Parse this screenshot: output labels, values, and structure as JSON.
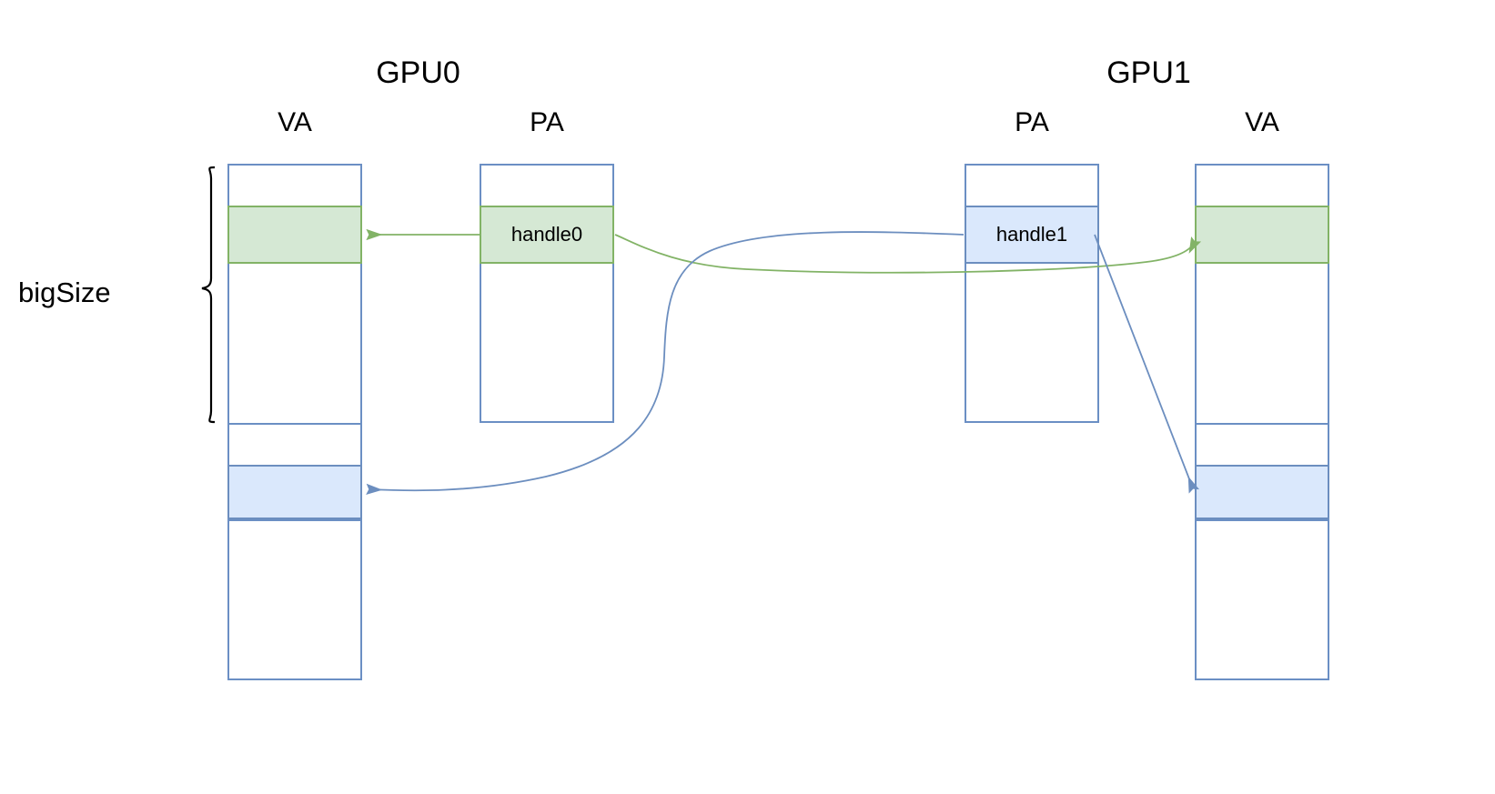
{
  "diagram": {
    "title_left": "GPU0",
    "title_right": "GPU1",
    "side_label": "bigSize",
    "columns": {
      "gpu0_va": "VA",
      "gpu0_pa": "PA",
      "gpu1_pa": "PA",
      "gpu1_va": "VA"
    },
    "blocks": {
      "handle0": "handle0",
      "handle1": "handle1",
      "gpu0_va_green": "",
      "gpu0_va_blue": "",
      "gpu1_va_green": "",
      "gpu1_va_blue": ""
    },
    "colors": {
      "frame_blue": "#6b8fc4",
      "block_green_fill": "#d5e8d4",
      "block_green_stroke": "#82b366",
      "block_blue_fill": "#dae8fc",
      "block_blue_stroke": "#6c8ebf",
      "arrow_green": "#82b366",
      "arrow_blue": "#6c8ebf",
      "brace_black": "#000000",
      "text": "#000000",
      "background": "#ffffff"
    },
    "arrows": [
      {
        "name": "handle0-to-gpu0-va",
        "color": "#82b366",
        "from": "gpu0-pa-handle0",
        "to": "gpu0-va-green-block"
      },
      {
        "name": "handle0-to-gpu1-va",
        "color": "#82b366",
        "from": "gpu0-pa-handle0",
        "to": "gpu1-va-green-block"
      },
      {
        "name": "handle1-to-gpu0-va",
        "color": "#6c8ebf",
        "from": "gpu1-pa-handle1",
        "to": "gpu0-va-blue-block"
      },
      {
        "name": "handle1-to-gpu1-va",
        "color": "#6c8ebf",
        "from": "gpu1-pa-handle1",
        "to": "gpu1-va-blue-block"
      }
    ]
  }
}
